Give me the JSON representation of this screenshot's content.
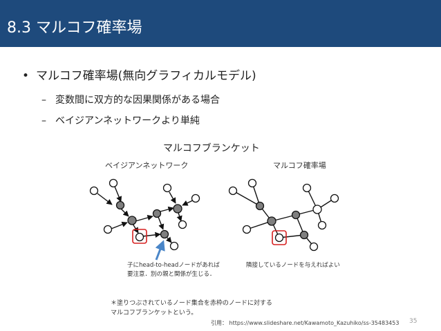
{
  "slide": {
    "title": "8.3 マルコフ確率場",
    "bullet_marker": "•",
    "bullet": "マルコフ確率場(無向グラフィカルモデル)",
    "sub_marker": "–",
    "sub_items": [
      "変数間に双方的な因果関係がある場合",
      "ベイジアンネットワークより単純"
    ],
    "center_label": "マルコフブランケット"
  },
  "figure": {
    "left_title": "ベイジアンネットワーク",
    "right_title": "マルコフ確率場",
    "left_note_lines": [
      "子にhead-to-headノードがあれば",
      "要注意．別の親と関係が生じる．"
    ],
    "right_note": "隣接しているノードを与えればよい",
    "bottom_note_lines": [
      "＊塗りつぶされているノード集合を赤枠のノードに対する",
      "マルコフブランケットという。"
    ],
    "colors": {
      "title_bar": "#1e4a7c",
      "highlight_box": "#d62020",
      "arrow_pointer": "#4a86c8",
      "filled_node": "#7f7f7f"
    }
  },
  "footer": {
    "citation": "引用： https://www.slideshare.net/Kawamoto_Kazuhiko/ss-35483453",
    "page_number": "35"
  }
}
